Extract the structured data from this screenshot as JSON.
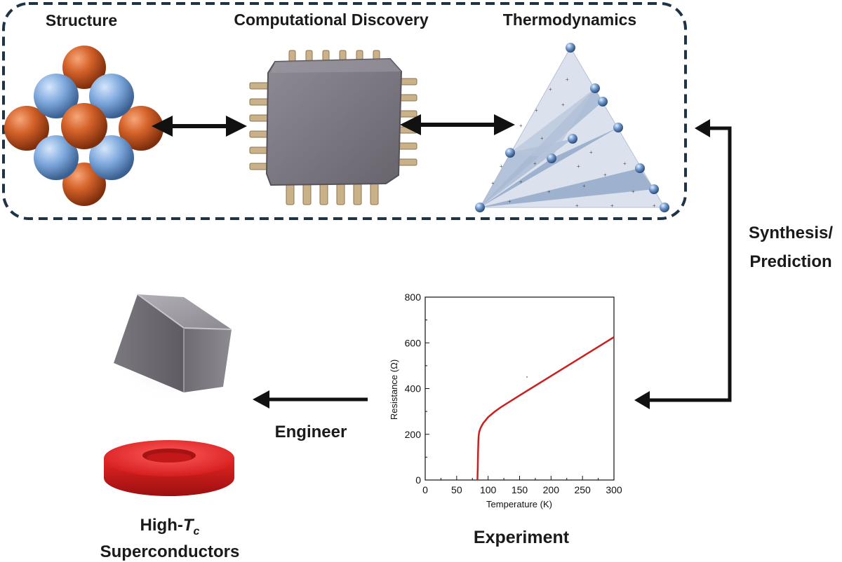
{
  "labels": {
    "structure": "Structure",
    "computational_discovery": "Computational Discovery",
    "thermodynamics": "Thermodynamics",
    "synthesis_line1": "Synthesis/",
    "synthesis_line2": "Prediction",
    "engineer": "Engineer",
    "experiment": "Experiment",
    "hightc_prefix": "High-",
    "hightc_T": "T",
    "hightc_sub": "c",
    "superconductors": "Superconductors"
  },
  "colors": {
    "copper_sphere": "#d4622a",
    "blue_sphere": "#7fa9dd",
    "chip_body": "#7b7781",
    "chip_pins": "#c9b189",
    "hull_face": "#c9d3e3",
    "hull_tie": "#8aa2c2",
    "cube": "#8a868e",
    "ring": "#d61e1e",
    "curve": "#cc1f1f",
    "arrow": "#111111",
    "dashed_border": "#1f3347"
  },
  "icons": [
    "crystal-structure-icon",
    "computer-chip-icon",
    "convex-hull-icon",
    "levitating-cube-icon",
    "superconductor-ring-icon"
  ],
  "chart_data": {
    "type": "line",
    "xlabel": "Temperature (K)",
    "ylabel": "Resistance (Ω)",
    "xlim": [
      0,
      300
    ],
    "ylim": [
      0,
      800
    ],
    "xticks": [
      0,
      50,
      100,
      150,
      200,
      250,
      300
    ],
    "yticks": [
      0,
      200,
      400,
      600,
      800
    ],
    "series": [
      {
        "x": [
          83,
          83.5,
          84,
          84.5,
          85,
          86,
          88,
          92,
          100,
          110,
          120,
          150,
          200,
          250,
          300
        ],
        "y": [
          0,
          50,
          120,
          170,
          195,
          212,
          228,
          248,
          275,
          298,
          318,
          370,
          455,
          540,
          625
        ]
      }
    ]
  }
}
